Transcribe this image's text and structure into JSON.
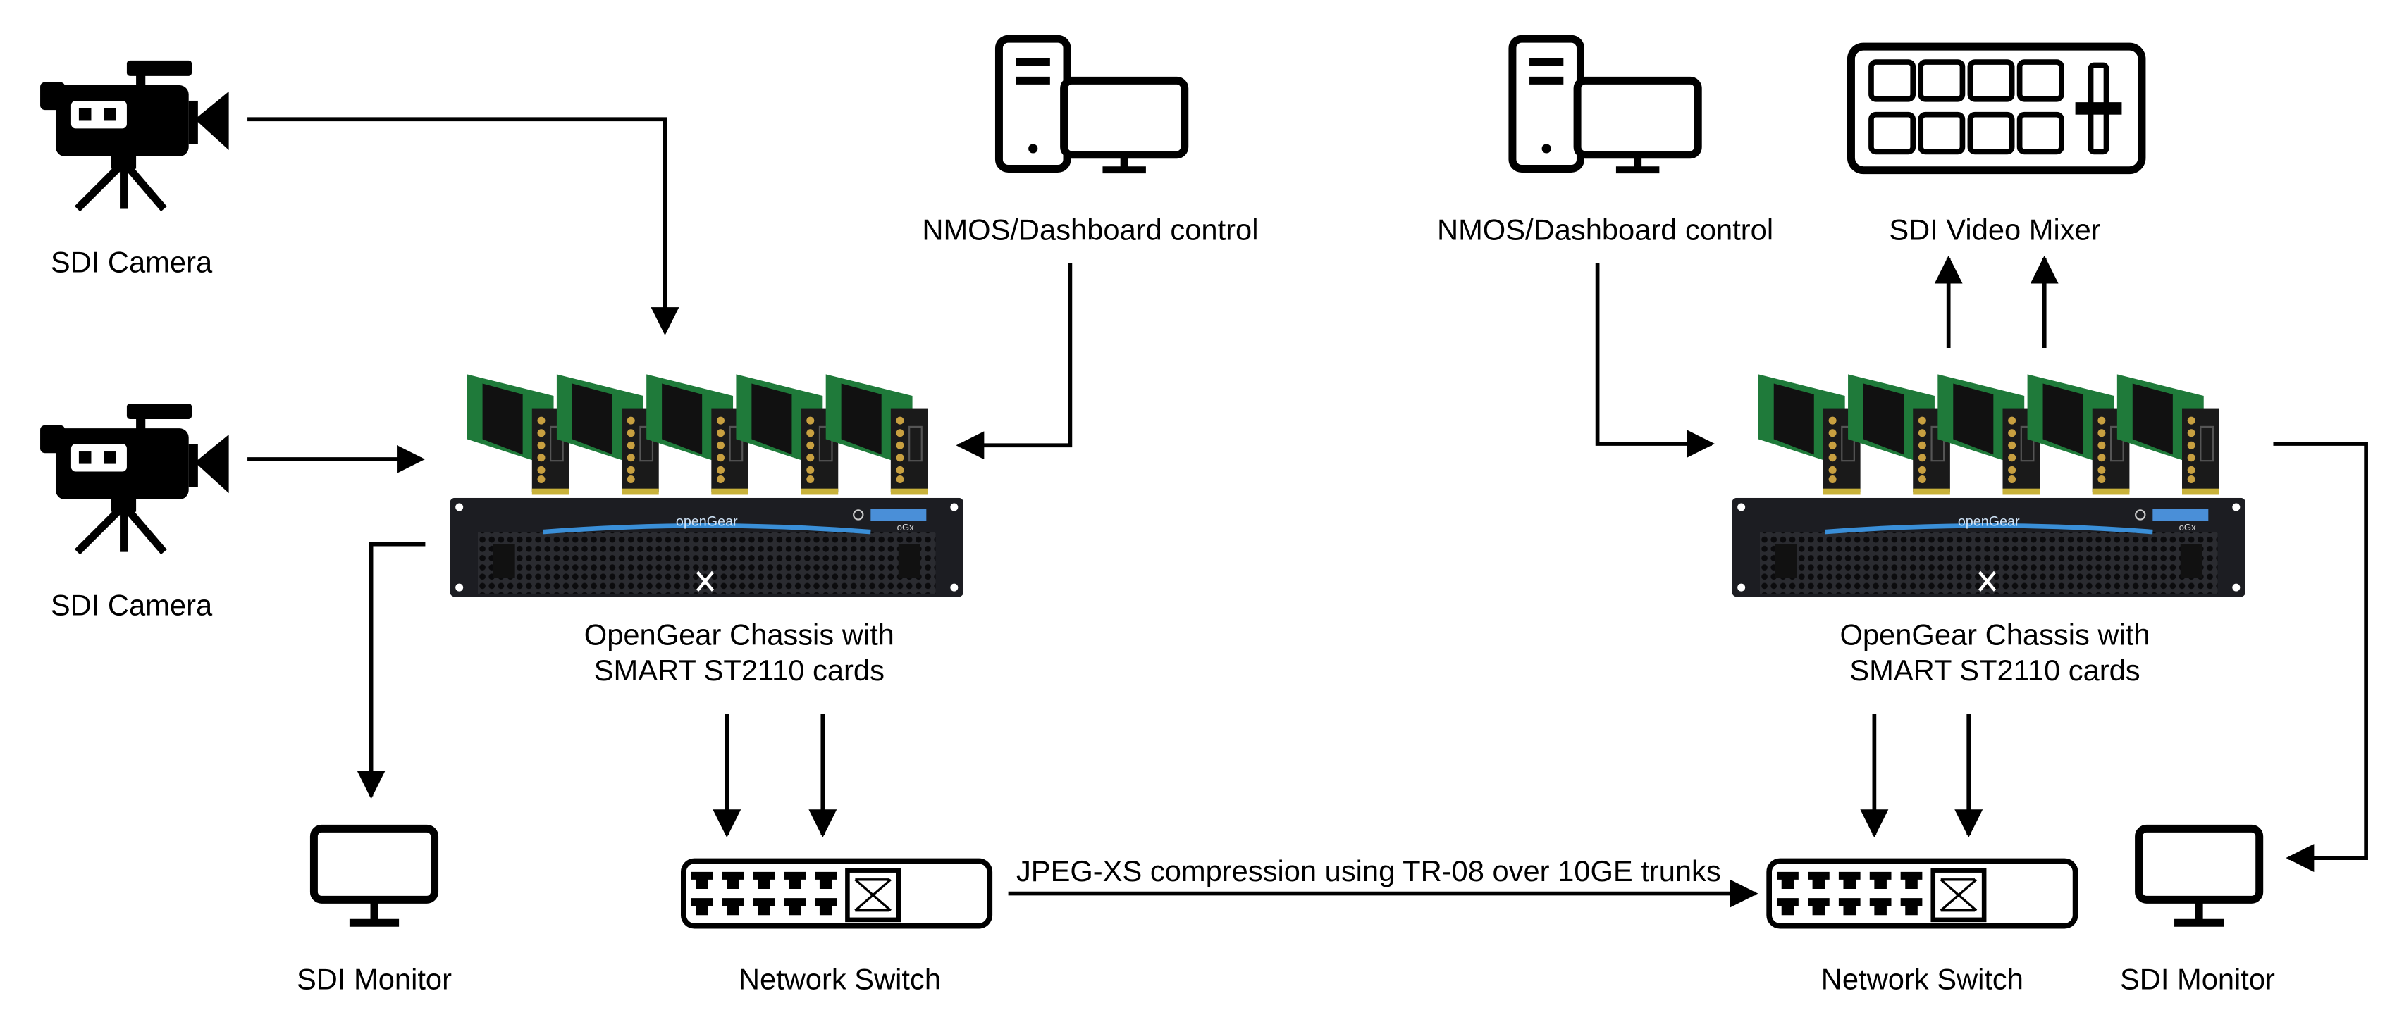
{
  "labels": {
    "camera_1": "SDI Camera",
    "camera_2": "SDI Camera",
    "nmos_left": "NMOS/Dashboard control",
    "nmos_right": "NMOS/Dashboard control",
    "mixer": "SDI Video Mixer",
    "chassis_left_line1": "OpenGear Chassis with",
    "chassis_left_line2": "SMART ST2110 cards",
    "chassis_right_line1": "OpenGear Chassis with",
    "chassis_right_line2": "SMART ST2110 cards",
    "monitor_left": "SDI Monitor",
    "monitor_right": "SDI Monitor",
    "switch_left": "Network Switch",
    "switch_right": "Network Switch",
    "trunk_link": "JPEG-XS compression using TR-08 over 10GE trunks"
  },
  "chassis_branding": {
    "logo": "openGear",
    "badge": "oGx"
  },
  "colors": {
    "line": "#000000",
    "card_green": "#1f7a3a",
    "chassis": "#1c1d22",
    "glow": "#3a8fd8"
  }
}
